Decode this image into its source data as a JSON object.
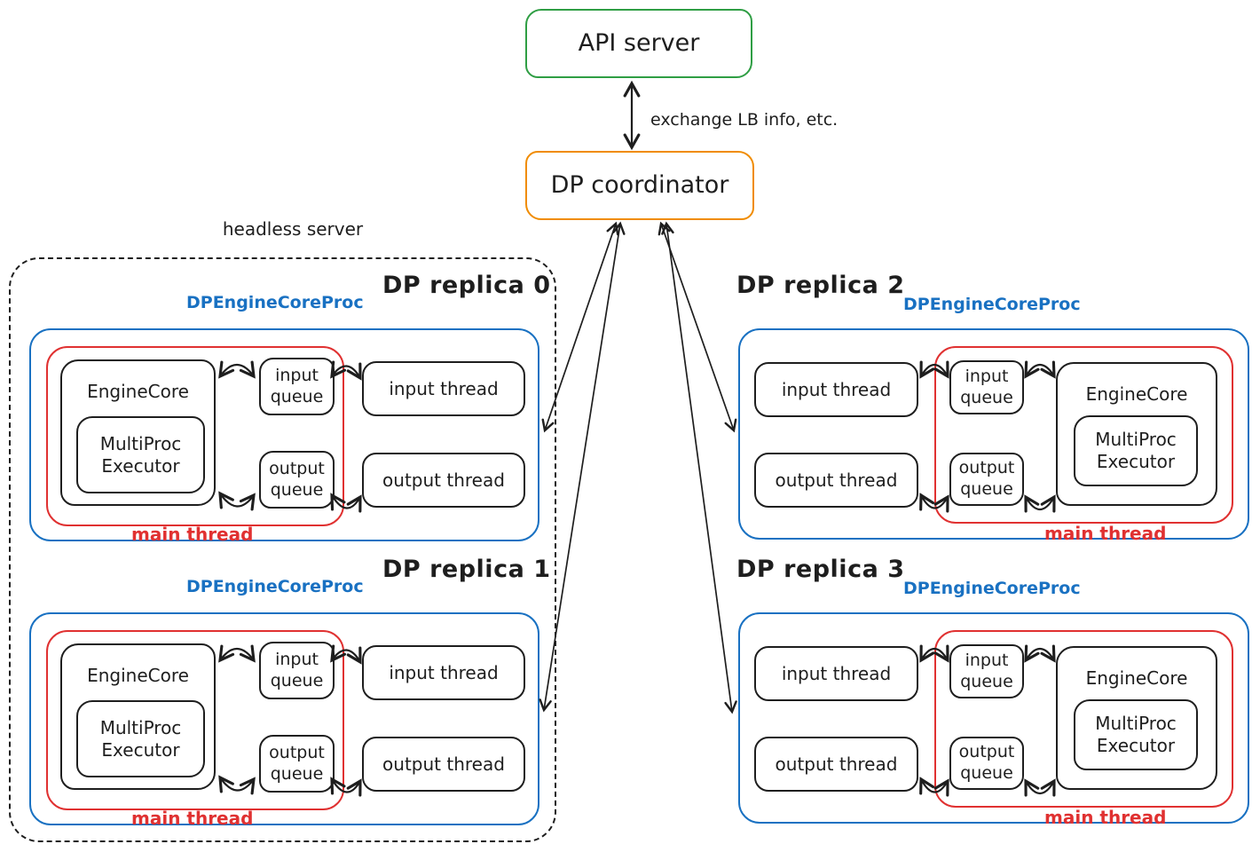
{
  "nodes": {
    "api_server": "API server",
    "coordinator": "DP coordinator",
    "exchange_note": "exchange LB info, etc.",
    "headless_server": "headless server"
  },
  "shared": {
    "proc_label": "DPEngineCoreProc",
    "main_thread": "main thread",
    "engine_core": "EngineCore",
    "executor": "MultiProc Executor",
    "input_queue": "input queue",
    "output_queue": "output queue",
    "input_thread": "input thread",
    "output_thread": "output thread"
  },
  "replicas": [
    {
      "title": "DP replica 0"
    },
    {
      "title": "DP replica 1"
    },
    {
      "title": "DP replica 2"
    },
    {
      "title": "DP replica 3"
    }
  ],
  "colors": {
    "green": "#2f9e44",
    "orange": "#f08c00",
    "blue": "#1971c2",
    "red": "#e03131",
    "ink": "#1e1e1e"
  }
}
